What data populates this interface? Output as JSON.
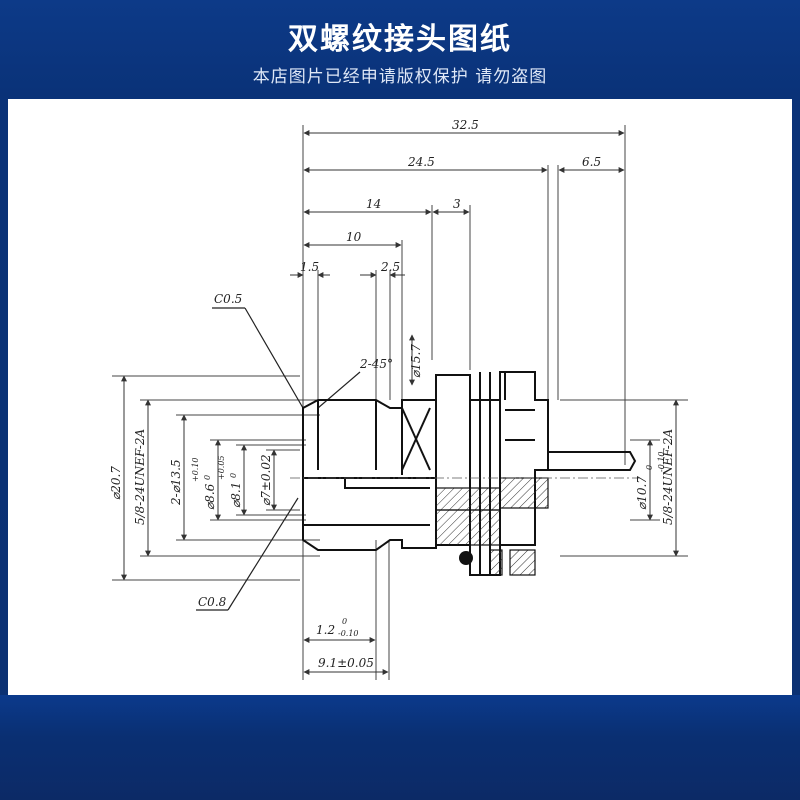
{
  "header": {
    "title": "双螺纹接头图纸",
    "subtitle": "本店图片已经申请版权保护 请勿盗图"
  },
  "drawing": {
    "dims": {
      "d32_5": "32.5",
      "d24_5": "24.5",
      "d6_5": "6.5",
      "d14": "14",
      "d3": "3",
      "d10": "10",
      "d1_5": "1.5",
      "d2_5": "2.5",
      "c05": "C0.5",
      "c08": "C0.8",
      "chamfer": "2-45°",
      "phi15_7": "⌀15.7",
      "phi20_7": "⌀20.7",
      "thread_left": "5/8-24UNEF-2A",
      "thread_right": "5/8-24UNEF-2A",
      "phi13_5": "2-⌀13.5",
      "phi8_6": "⌀8.6",
      "phi8_6_tol": "+0.10",
      "phi8_6_tol0": "0",
      "phi8_1": "⌀8.1",
      "phi8_1_tol": "+0.05",
      "phi8_1_tol0": "0",
      "phi7": "⌀7±0.02",
      "phi10_7": "⌀10.7",
      "phi10_7_tol0": "0",
      "phi10_7_tol": "-0.10",
      "d1_2": "1.2",
      "d1_2_tol0": "0",
      "d1_2_tol": "-0.10",
      "d9_1": "9.1±0.05"
    }
  }
}
